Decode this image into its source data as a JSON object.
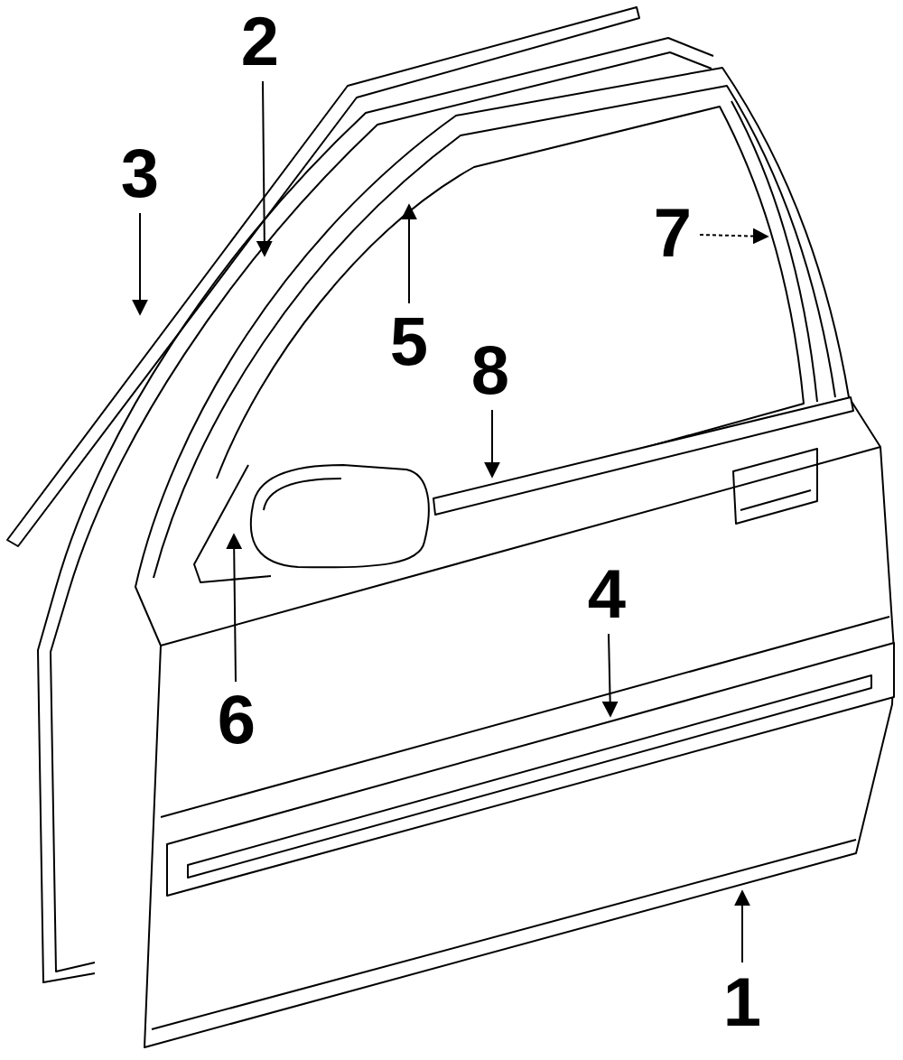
{
  "diagram": {
    "labels": [
      "2",
      "3",
      "7",
      "5",
      "8",
      "4",
      "6",
      "1"
    ]
  }
}
